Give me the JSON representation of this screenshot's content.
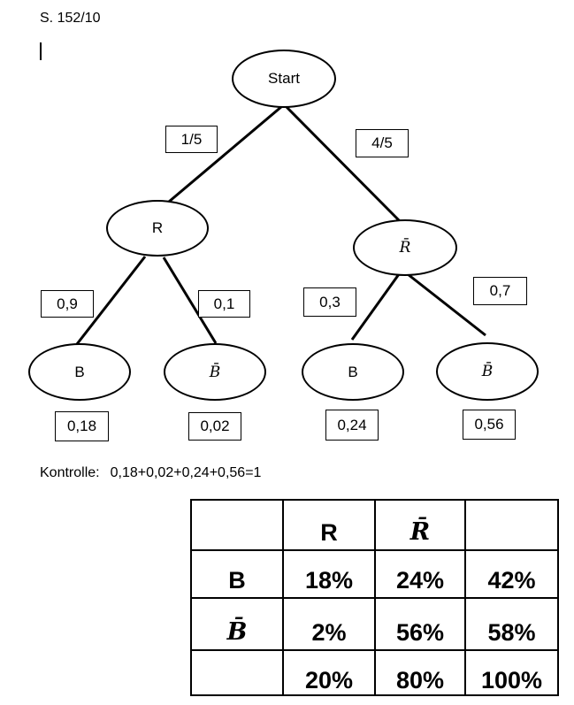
{
  "colors": {
    "ink": "#000000",
    "background": "#ffffff"
  },
  "header": {
    "title": "S. 152/10"
  },
  "tree": {
    "nodes": {
      "start": "Start",
      "r": "R",
      "r_bar": "R̄",
      "b_left": "B",
      "b_bar_left": "B̄",
      "b_right": "B",
      "b_bar_right": "B̄"
    },
    "branch_labels": {
      "p_r": "1/5",
      "p_r_bar": "4/5",
      "p_b_given_r": "0,9",
      "p_b_bar_given_r": "0,1",
      "p_b_given_r_bar": "0,3",
      "p_b_bar_given_r_bar": "0,7"
    },
    "path_probabilities": {
      "p_r_b": "0,18",
      "p_r_b_bar": "0,02",
      "p_r_bar_b": "0,24",
      "p_r_bar_b_bar": "0,56"
    }
  },
  "kontrolle": {
    "label": "Kontrolle:",
    "expression": "0,18+0,02+0,24+0,56=1"
  },
  "table": {
    "header": [
      "",
      "R",
      "R̄",
      ""
    ],
    "rows": [
      {
        "label": "B",
        "cells": [
          "18%",
          "24%",
          "42%"
        ]
      },
      {
        "label": "B̄",
        "cells": [
          "2%",
          "56%",
          "58%"
        ]
      },
      {
        "label": "",
        "cells": [
          "20%",
          "80%",
          "100%"
        ]
      }
    ]
  }
}
